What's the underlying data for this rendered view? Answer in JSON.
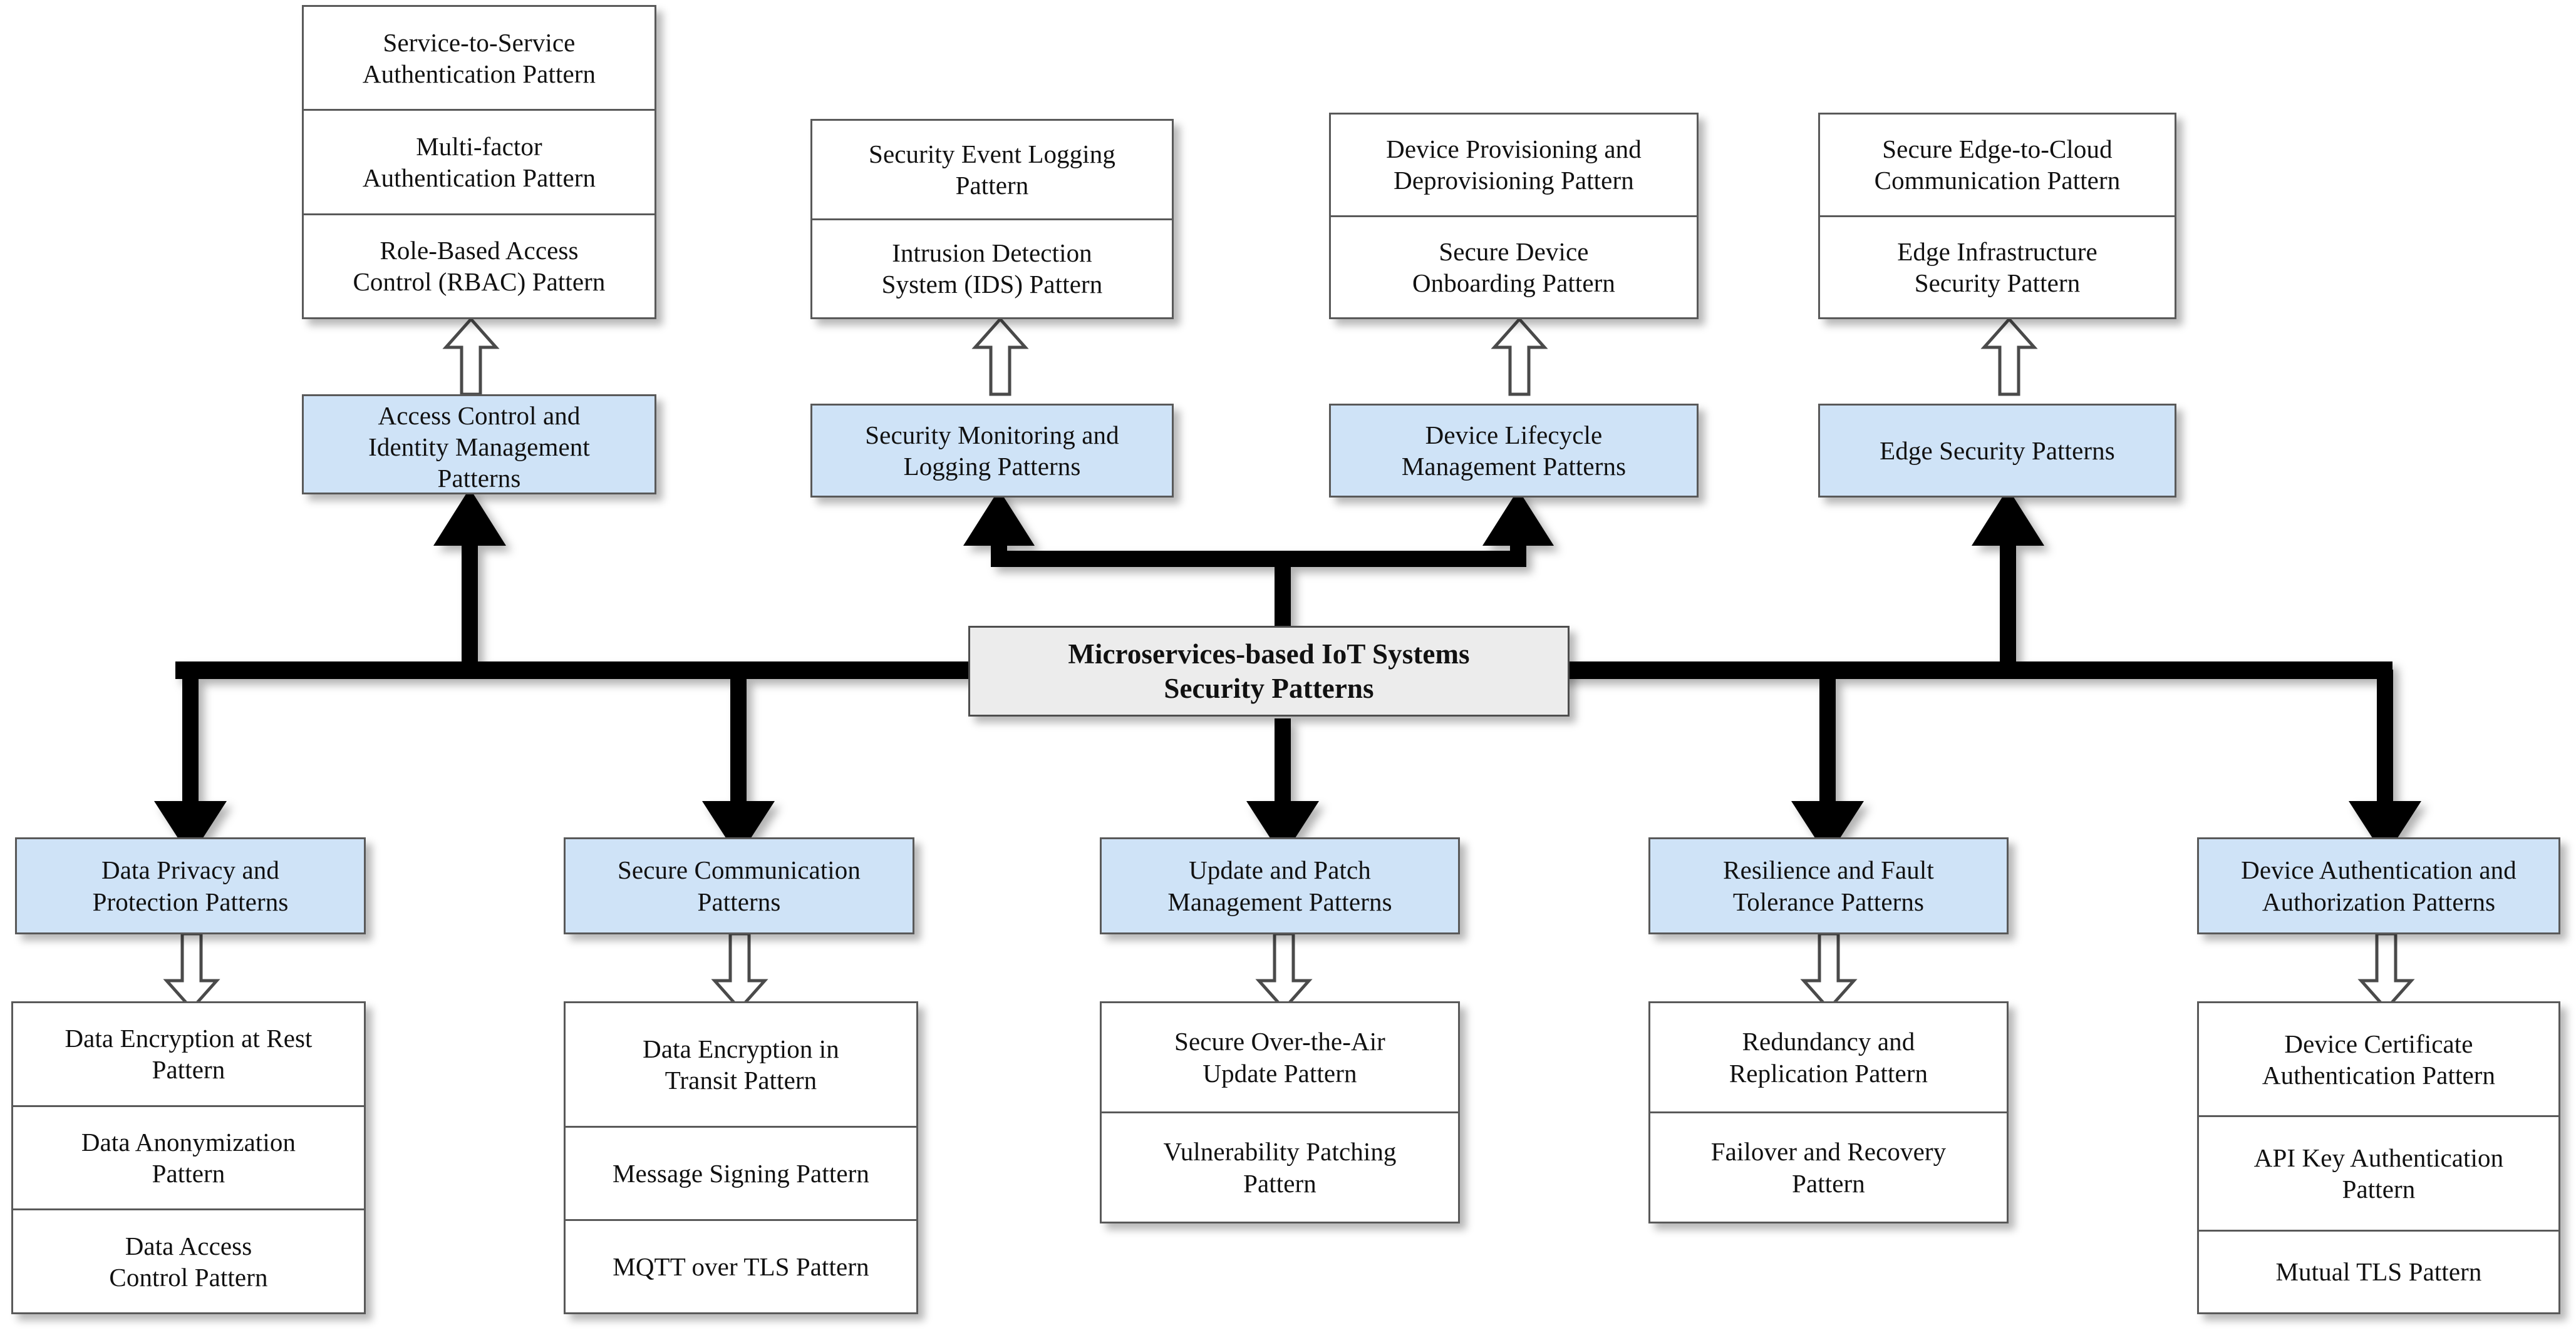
{
  "diagram": {
    "title": "Microservices-based IoT Systems Security Patterns",
    "colors": {
      "category_fill": "#cfe3f7",
      "root_fill": "#ececec",
      "leaf_fill": "#ffffff",
      "border": "#595959",
      "connector": "#000000"
    },
    "root": {
      "label_line1": "Microservices-based IoT Systems",
      "label_line2": "Security Patterns"
    },
    "top_categories": [
      {
        "id": "access-control-and-identity-management-patterns",
        "label_line1": "Access Control and",
        "label_line2": "Identity Management",
        "label_line3": "Patterns",
        "children": [
          {
            "line1": "Service-to-Service",
            "line2": "Authentication Pattern"
          },
          {
            "line1": "Multi-factor",
            "line2": "Authentication Pattern"
          },
          {
            "line1": "Role-Based Access",
            "line2": "Control (RBAC) Pattern"
          }
        ]
      },
      {
        "id": "security-monitoring-and-logging-patterns",
        "label_line1": "Security Monitoring and",
        "label_line2": "Logging Patterns",
        "label_line3": "",
        "children": [
          {
            "line1": "Security Event Logging",
            "line2": "Pattern"
          },
          {
            "line1": "Intrusion Detection",
            "line2": "System (IDS) Pattern"
          }
        ]
      },
      {
        "id": "device-lifecycle-management-patterns",
        "label_line1": "Device Lifecycle",
        "label_line2": "Management Patterns",
        "label_line3": "",
        "children": [
          {
            "line1": "Device Provisioning and",
            "line2": "Deprovisioning Pattern"
          },
          {
            "line1": "Secure Device",
            "line2": "Onboarding Pattern"
          }
        ]
      },
      {
        "id": "edge-security-patterns",
        "label_line1": "Edge Security Patterns",
        "label_line2": "",
        "label_line3": "",
        "children": [
          {
            "line1": "Secure Edge-to-Cloud",
            "line2": "Communication Pattern"
          },
          {
            "line1": "Edge Infrastructure",
            "line2": "Security Pattern"
          }
        ]
      }
    ],
    "bottom_categories": [
      {
        "id": "data-privacy-and-protection-patterns",
        "label_line1": "Data Privacy and",
        "label_line2": "Protection Patterns",
        "children": [
          {
            "line1": "Data Encryption at Rest",
            "line2": "Pattern"
          },
          {
            "line1": "Data Anonymization",
            "line2": "Pattern"
          },
          {
            "line1": "Data Access",
            "line2": "Control Pattern"
          }
        ]
      },
      {
        "id": "secure-communication-patterns",
        "label_line1": "Secure Communication",
        "label_line2": "Patterns",
        "children": [
          {
            "line1": "Data Encryption in",
            "line2": "Transit Pattern"
          },
          {
            "line1": "Message Signing Pattern",
            "line2": ""
          },
          {
            "line1": "MQTT over TLS Pattern",
            "line2": ""
          }
        ]
      },
      {
        "id": "update-and-patch-management-patterns",
        "label_line1": "Update and Patch",
        "label_line2": "Management Patterns",
        "children": [
          {
            "line1": "Secure Over-the-Air",
            "line2": "Update Pattern"
          },
          {
            "line1": "Vulnerability Patching",
            "line2": "Pattern"
          }
        ]
      },
      {
        "id": "resilience-and-fault-tolerance-patterns",
        "label_line1": "Resilience and Fault",
        "label_line2": "Tolerance Patterns",
        "children": [
          {
            "line1": "Redundancy and",
            "line2": "Replication Pattern"
          },
          {
            "line1": "Failover and Recovery",
            "line2": "Pattern"
          }
        ]
      },
      {
        "id": "device-authentication-and-authorization-patterns",
        "label_line1": "Device Authentication and",
        "label_line2": "Authorization Patterns",
        "children": [
          {
            "line1": "Device Certificate",
            "line2": "Authentication Pattern"
          },
          {
            "line1": "API Key Authentication",
            "line2": "Pattern"
          },
          {
            "line1": "Mutual TLS Pattern",
            "line2": ""
          }
        ]
      }
    ]
  }
}
